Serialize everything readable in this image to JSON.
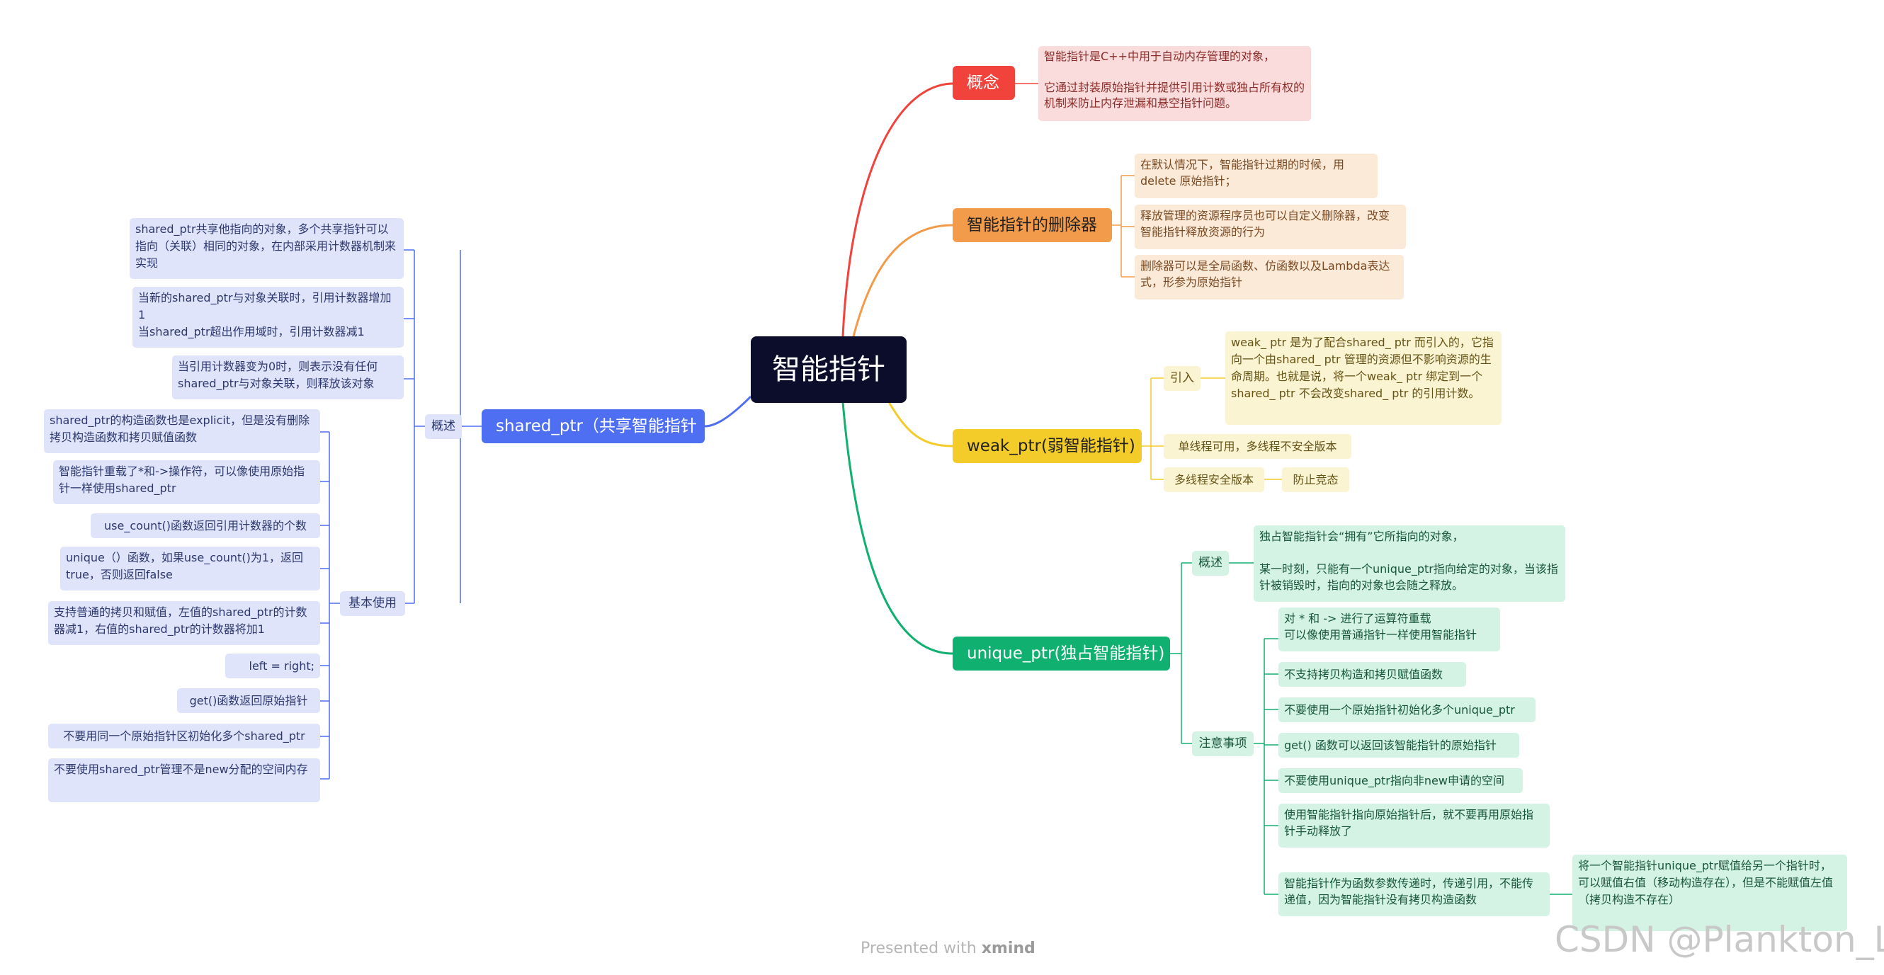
{
  "root": "智能指针",
  "branches": {
    "concept": {
      "label": "概念",
      "text": "智能指针是C++中用于自动内存管理的对象，\n\n它通过封装原始指针并提供引用计数或独占所有权的机制来防止内存泄漏和悬空指针问题。"
    },
    "deleter": {
      "label": "智能指针的删除器",
      "items": [
        "在默认情况下，智能指针过期的时候，用delete 原始指针；",
        "释放管理的资源程序员也可以自定义删除器，改变智能指针释放资源的行为",
        "删除器可以是全局函数、仿函数以及Lambda表达式，形参为原始指针"
      ]
    },
    "weak": {
      "label": "weak_ptr(弱智能指针)",
      "intro_label": "引入",
      "intro_text": "weak_ ptr 是为了配合shared_ ptr 而引入的，它指向一个由shared_ ptr 管理的资源但不影响资源的生命周期。也就是说，将一个weak_ ptr 绑定到一个shared_ ptr 不会改变shared_ ptr 的引用计数。",
      "single_thread": "单线程可用，多线程不安全版本",
      "multi_thread": "多线程安全版本",
      "multi_thread_note": "防止竞态"
    },
    "unique": {
      "label": "unique_ptr(独占智能指针)",
      "overview_label": "概述",
      "overview_text": "独占智能指针会“拥有”它所指向的对象，\n\n某一时刻，只能有一个unique_ptr指向给定的对象，当该指针被销毁时，指向的对象也会随之释放。",
      "notes_label": "注意事项",
      "notes": [
        "对 * 和 -> 进行了运算符重载\n可以像使用普通指针一样使用智能指针",
        "不支持拷贝构造和拷贝赋值函数",
        "不要使用一个原始指针初始化多个unique_ptr",
        "get() 函数可以返回该智能指针的原始指针",
        "不要使用unique_ptr指向非new申请的空间",
        "使用智能指针指向原始指针后，就不要再用原始指针手动释放了",
        "智能指针作为函数参数传递时，传递引用，不能传递值，因为智能指针没有拷贝构造函数"
      ],
      "notes_sub": "将一个智能指针unique_ptr赋值给另一个指针时，\n可以赋值右值（移动构造存在），但是不能赋值左值（拷贝构造不存在）"
    },
    "shared": {
      "label": "shared_ptr（共享智能指针",
      "overview_label": "概述",
      "overview_items": [
        "shared_ptr共享他指向的对象，多个共享指针可以指向（关联）相同的对象，在内部采用计数器机制来实现",
        "当新的shared_ptr与对象关联时，引用计数器增加1\n当shared_ptr超出作用域时，引用计数器减1",
        "当引用计数器变为0时，则表示没有任何shared_ptr与对象关联，则释放该对象"
      ],
      "usage_label": "基本使用",
      "usage_items": [
        "shared_ptr的构造函数也是explicit，但是没有删除拷贝构造函数和拷贝赋值函数",
        "智能指针重载了*和->操作符，可以像使用原始指针一样使用shared_ptr",
        "use_count()函数返回引用计数器的个数",
        "unique（）函数，如果use_count()为1，返回true，否则返回false",
        "支持普通的拷贝和赋值，左值的shared_ptr的计数器减1，右值的shared_ptr的计数器将加1",
        "left = right;",
        "get()函数返回原始指针",
        "不要用同一个原始指针区初始化多个shared_ptr",
        "不要使用shared_ptr管理不是new分配的空间内存"
      ]
    }
  },
  "footer": {
    "presented": "Presented with",
    "brand": "xmind",
    "watermark": "CSDN @Plankton_Li"
  },
  "colors": {
    "root": "#0b0d2b",
    "concept": "#f2423c",
    "deleter": "#f29b4b",
    "weak": "#f4cc2a",
    "unique": "#10b070",
    "shared": "#4f6ff2"
  }
}
